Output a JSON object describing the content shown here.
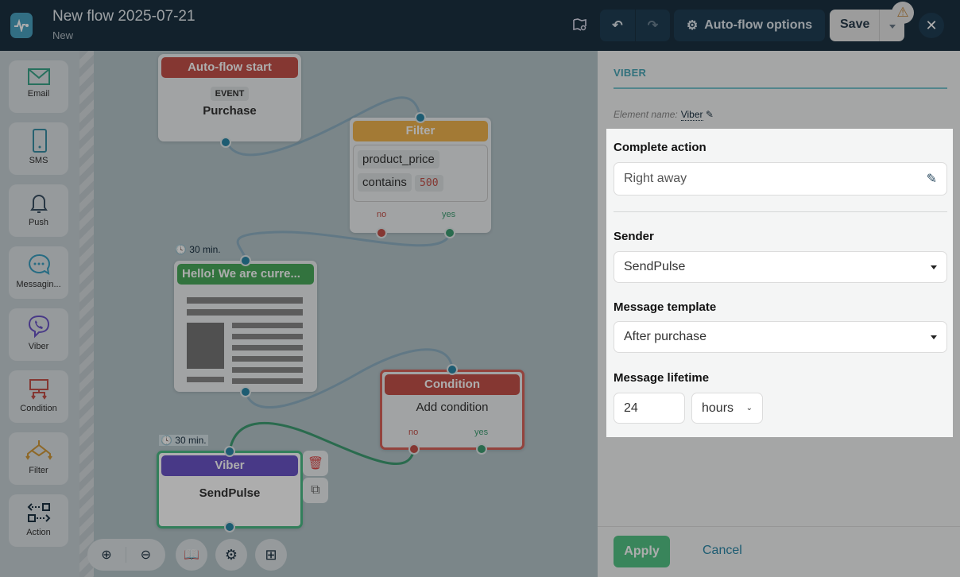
{
  "header": {
    "title": "New flow 2025-07-21",
    "status": "New",
    "options_label": "Auto-flow options",
    "save_label": "Save"
  },
  "sidebar": {
    "items": [
      {
        "label": "Email"
      },
      {
        "label": "SMS"
      },
      {
        "label": "Push"
      },
      {
        "label": "Messagin..."
      },
      {
        "label": "Viber"
      },
      {
        "label": "Condition"
      },
      {
        "label": "Filter"
      },
      {
        "label": "Action"
      }
    ]
  },
  "canvas": {
    "start": {
      "title": "Auto-flow start",
      "badge": "EVENT",
      "event": "Purchase"
    },
    "filter": {
      "title": "Filter",
      "field": "product_price",
      "op": "contains",
      "value": "500",
      "no": "no",
      "yes": "yes"
    },
    "email": {
      "delay": "30 min.",
      "title": "Hello! We are curre..."
    },
    "condition": {
      "title": "Condition",
      "body": "Add condition",
      "no": "no",
      "yes": "yes"
    },
    "viber": {
      "delay": "30 min.",
      "title": "Viber",
      "body": "SendPulse"
    }
  },
  "panel": {
    "title": "VIBER",
    "element_name_label": "Element name:",
    "element_name": "Viber",
    "complete_action_label": "Complete action",
    "complete_action": "Right away",
    "sender_label": "Sender",
    "sender": "SendPulse",
    "template_label": "Message template",
    "template": "After purchase",
    "lifetime_label": "Message lifetime",
    "lifetime_value": "24",
    "lifetime_unit": "hours",
    "apply_label": "Apply",
    "cancel_label": "Cancel"
  }
}
